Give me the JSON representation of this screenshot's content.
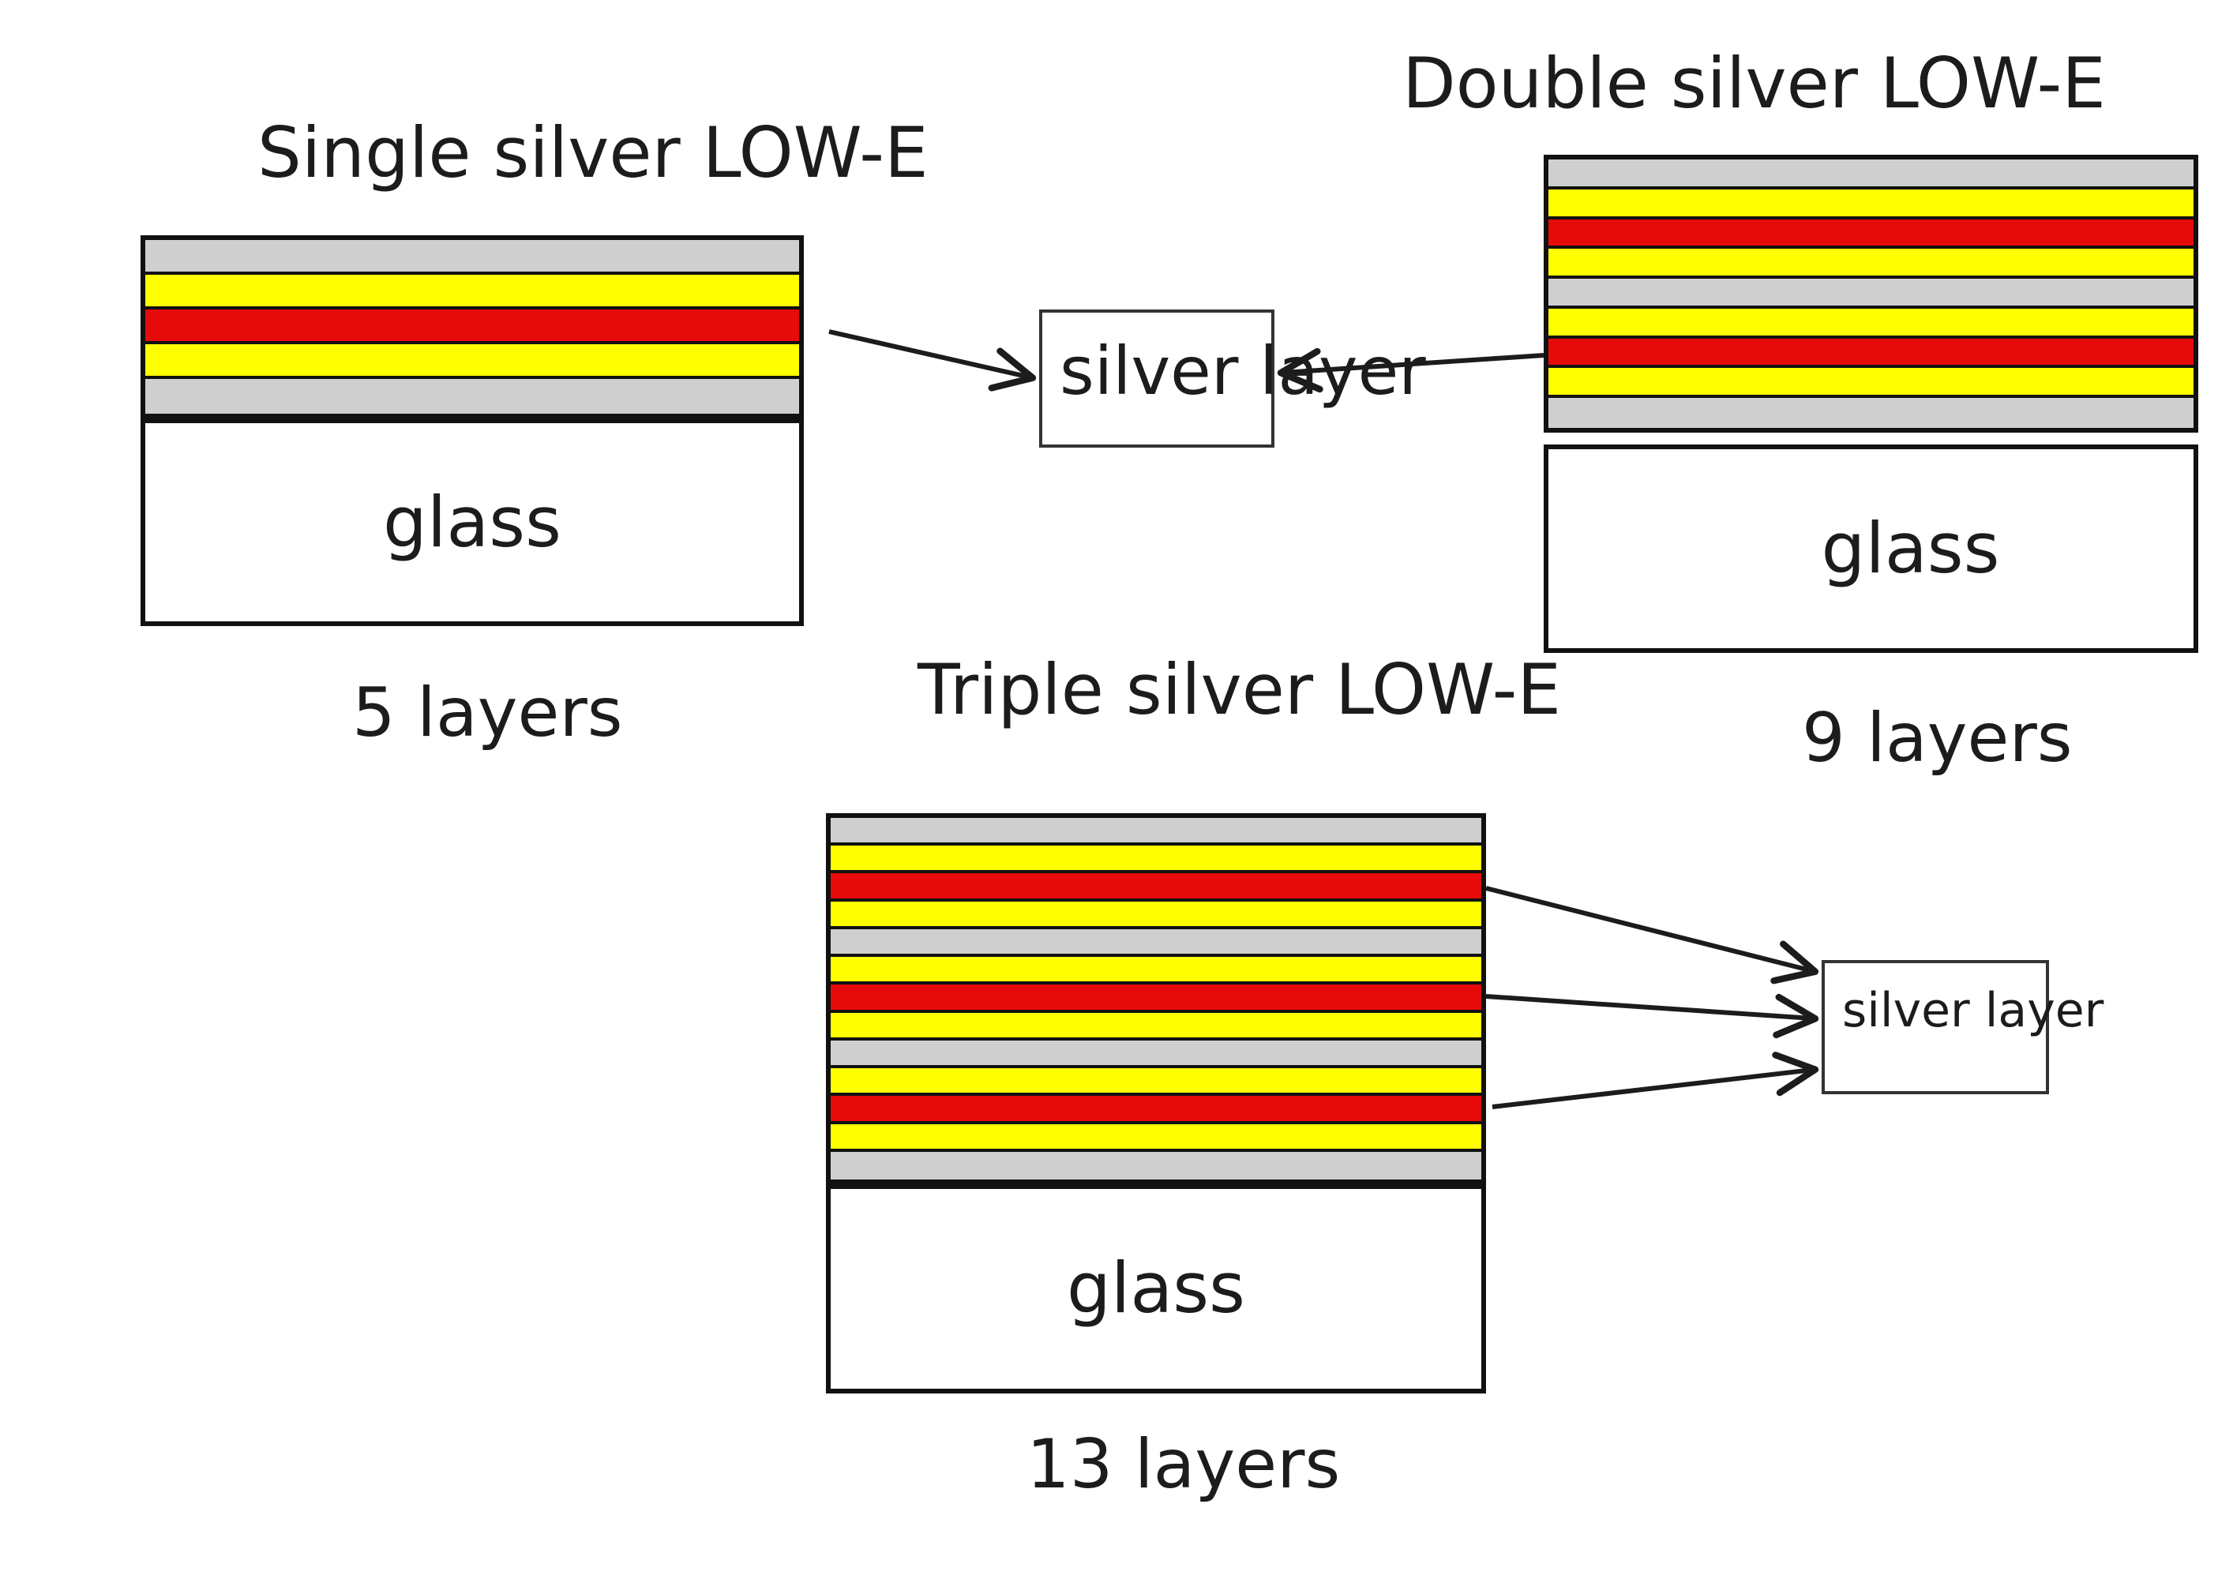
{
  "colors": {
    "dielectric": "#cfcfcf",
    "barrier": "#ffff00",
    "silver": "#e60a0a",
    "outline": "#111111",
    "arrow": "#1c1c1c"
  },
  "layer_key": [
    "dielectric",
    "barrier",
    "silver"
  ],
  "coatings": [
    {
      "id": "single",
      "title": "Single silver LOW-E",
      "glass_label": "glass",
      "layer_count_label": "5 layers",
      "layers": [
        "dielectric",
        "barrier",
        "silver",
        "barrier",
        "dielectric"
      ]
    },
    {
      "id": "double",
      "title": "Double silver LOW-E",
      "glass_label": "glass",
      "layer_count_label": "9 layers",
      "layers": [
        "dielectric",
        "barrier",
        "silver",
        "barrier",
        "dielectric",
        "barrier",
        "silver",
        "barrier",
        "dielectric"
      ]
    },
    {
      "id": "triple",
      "title": "Triple silver LOW-E",
      "glass_label": "glass",
      "layer_count_label": "13 layers",
      "layers": [
        "dielectric",
        "barrier",
        "silver",
        "barrier",
        "dielectric",
        "barrier",
        "silver",
        "barrier",
        "dielectric",
        "barrier",
        "silver",
        "barrier",
        "dielectric"
      ]
    }
  ],
  "callouts": [
    {
      "id": "upper",
      "label": "silver layer",
      "points_from": [
        "single",
        "double"
      ]
    },
    {
      "id": "lower",
      "label": "silver layer",
      "points_from": [
        "triple"
      ]
    }
  ]
}
